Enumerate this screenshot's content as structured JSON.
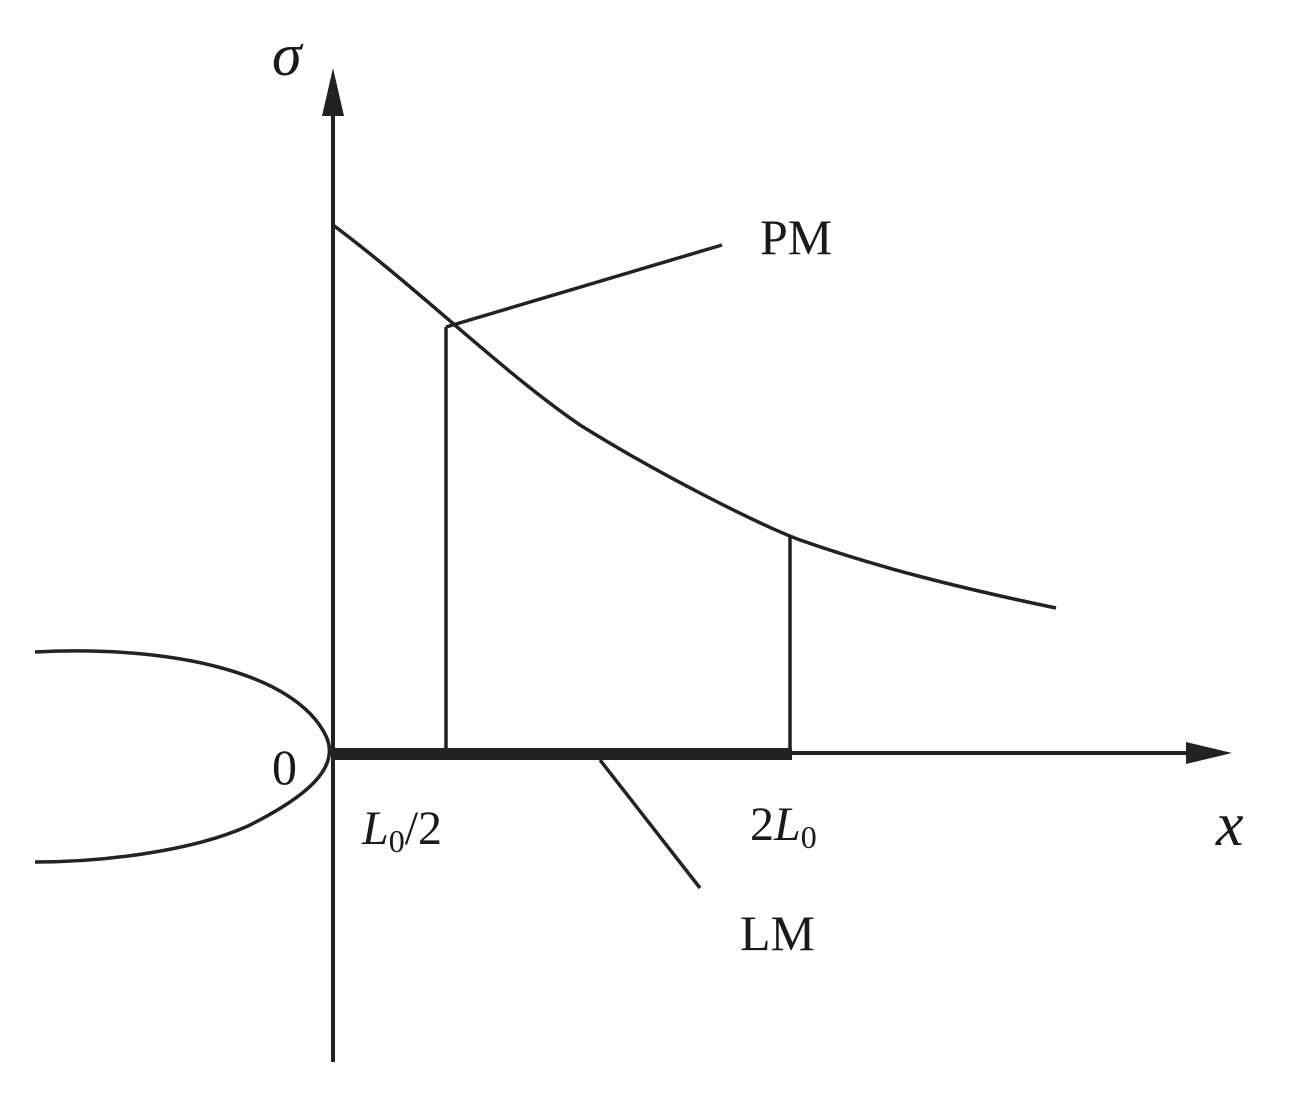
{
  "axes": {
    "y_label": "σ",
    "x_label": "x",
    "origin_label": "0"
  },
  "ticks": {
    "half_l0": {
      "base": "L",
      "sub": "0",
      "suffix": "/2"
    },
    "two_l0": {
      "prefix": "2",
      "base": "L",
      "sub": "0"
    }
  },
  "callouts": {
    "pm": "PM",
    "lm": "LM"
  },
  "colors": {
    "ink": "#222222",
    "background": "#ffffff"
  }
}
